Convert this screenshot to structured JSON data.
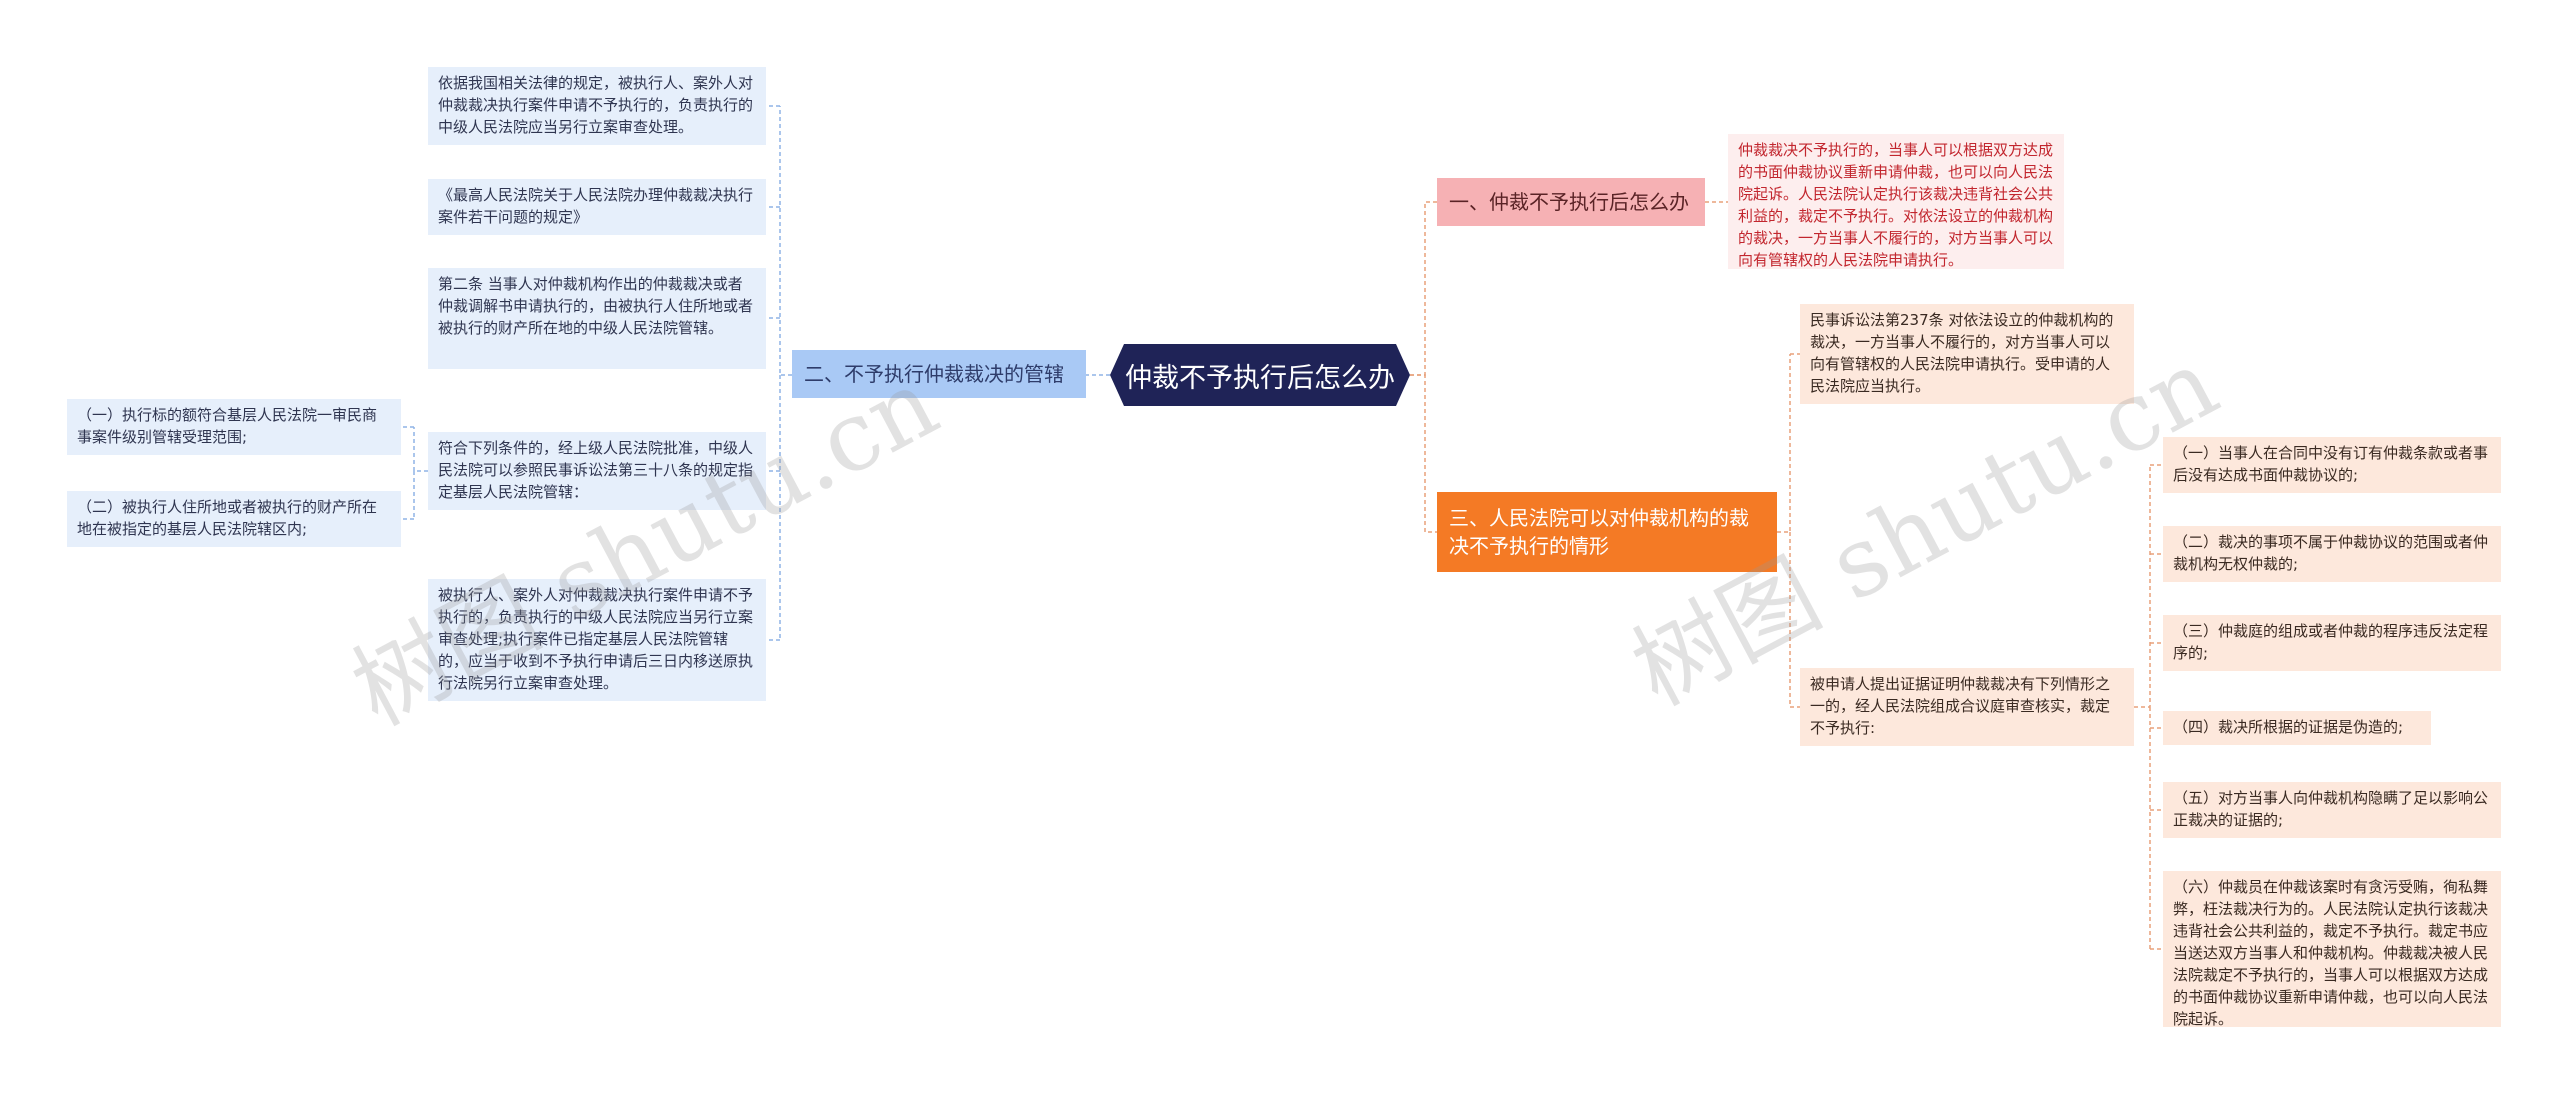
{
  "root": {
    "label": "仲裁不予执行后怎么办"
  },
  "branches": {
    "left": {
      "label": "二、不予执行仲裁裁决的管辖"
    },
    "right1": {
      "label": "一、仲裁不予执行后怎么办"
    },
    "right3": {
      "label": "三、人民法院可以对仲裁机构的裁决不予执行的情形"
    }
  },
  "left_leaves": {
    "l1": "依据我国相关法律的规定，被执行人、案外人对仲裁裁决执行案件申请不予执行的，负责执行的中级人民法院应当另行立案审查处理。",
    "l2": "《最高人民法院关于人民法院办理仲裁裁决执行案件若干问题的规定》",
    "l3": "第二条 当事人对仲裁机构作出的仲裁裁决或者仲裁调解书申请执行的，由被执行人住所地或者被执行的财产所在地的中级人民法院管辖。",
    "l4": "符合下列条件的，经上级人民法院批准，中级人民法院可以参照民事诉讼法第三十八条的规定指定基层人民法院管辖：",
    "l4a": "（一）执行标的额符合基层人民法院一审民商事案件级别管辖受理范围;",
    "l4b": "（二）被执行人住所地或者被执行的财产所在地在被指定的基层人民法院辖区内;",
    "l5": "被执行人、案外人对仲裁裁决执行案件申请不予执行的，负责执行的中级人民法院应当另行立案审查处理;执行案件已指定基层人民法院管辖的，应当于收到不予执行申请后三日内移送原执行法院另行立案审查处理。"
  },
  "right_leaves": {
    "r1": "仲裁裁决不予执行的，当事人可以根据双方达成的书面仲裁协议重新申请仲裁，也可以向人民法院起诉。人民法院认定执行该裁决违背社会公共利益的，裁定不予执行。对依法设立的仲裁机构的裁决，一方当事人不履行的，对方当事人可以向有管辖权的人民法院申请执行。",
    "r3a": "民事诉讼法第237条  对依法设立的仲裁机构的裁决，一方当事人不履行的，对方当事人可以向有管辖权的人民法院申请执行。受申请的人民法院应当执行。",
    "r3b": "被申请人提出证据证明仲裁裁决有下列情形之一的，经人民法院组成合议庭审查核实，裁定不予执行:",
    "c1": "（一）当事人在合同中没有订有仲裁条款或者事后没有达成书面仲裁协议的;",
    "c2": "（二）裁决的事项不属于仲裁协议的范围或者仲裁机构无权仲裁的;",
    "c3": "（三）仲裁庭的组成或者仲裁的程序违反法定程序的;",
    "c4": "（四）裁决所根据的证据是伪造的;",
    "c5": "（五）对方当事人向仲裁机构隐瞒了足以影响公正裁决的证据的;",
    "c6": "（六）仲裁员在仲裁该案时有贪污受贿，徇私舞弊，枉法裁决行为的。人民法院认定执行该裁决违背社会公共利益的，裁定不予执行。裁定书应当送达双方当事人和仲裁机构。仲裁裁决被人民法院裁定不予执行的，当事人可以根据双方达成的书面仲裁协议重新申请仲裁，也可以向人民法院起诉。"
  },
  "watermark": "树图 shutu.cn",
  "colors": {
    "root": "#1f2357",
    "branch_left": "#a9c9f5",
    "branch_right1": "#f6b1b4",
    "branch_right3": "#f47a25",
    "leaf_blue": "#e6effb",
    "leaf_pink": "#fdeeee",
    "leaf_peach": "#fde8dc"
  }
}
